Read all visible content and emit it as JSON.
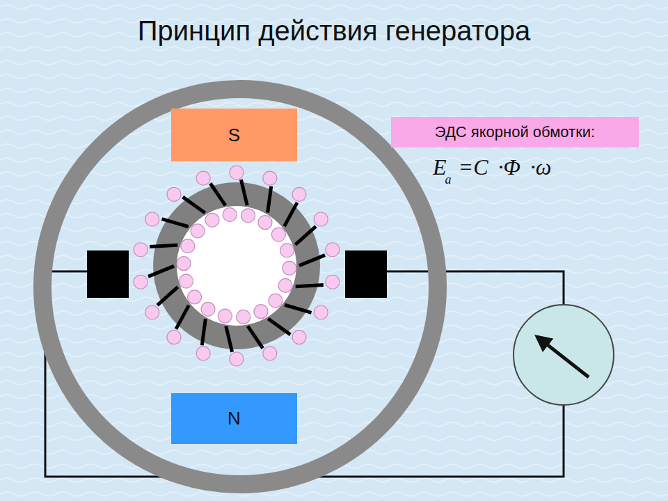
{
  "diagram": {
    "title": "Принцип действия генератора",
    "nodes": [
      {
        "text": [
          "S"
        ]
      },
      {
        "text": [
          "ЭДС якорной обмотки:"
        ]
      },
      {
        "text": [
          "N"
        ]
      }
    ],
    "labels": [
      "E",
      "a",
      "=C ·Φ ·ω"
    ]
  }
}
